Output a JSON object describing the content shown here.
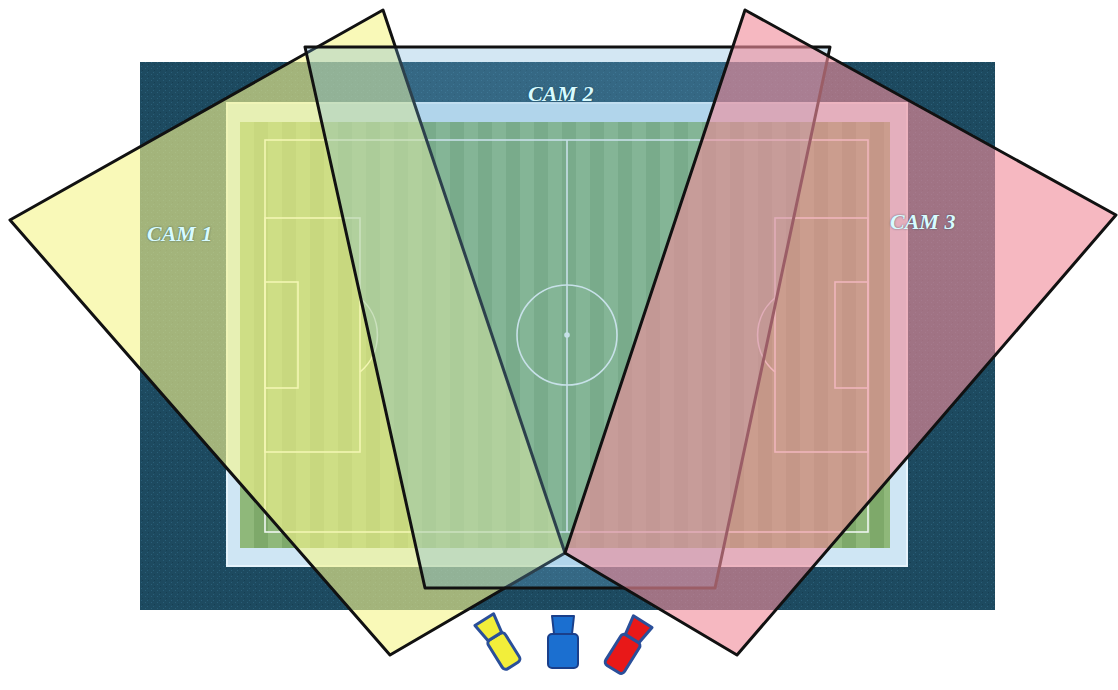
{
  "diagram": {
    "labels": [
      "CAM 1",
      "CAM 2",
      "CAM 3"
    ]
  }
}
